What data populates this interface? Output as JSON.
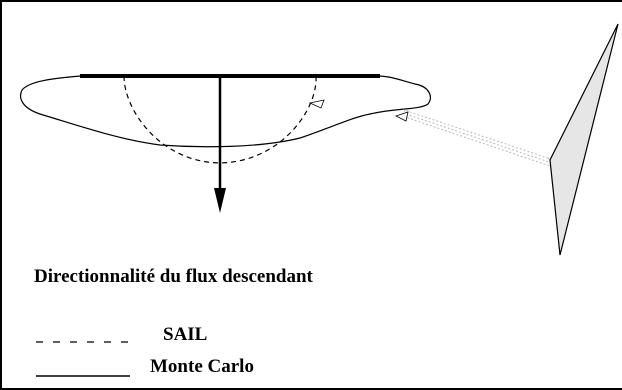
{
  "diagram": {
    "title": "Directionnalité du flux descendant",
    "legend": [
      {
        "style": "dashed",
        "label": "SAIL"
      },
      {
        "style": "solid",
        "label": "Monte Carlo"
      }
    ],
    "colors": {
      "stroke": "#000000",
      "leaf_fill": "#e6e6e6",
      "light_path": "#bbbbbb"
    }
  }
}
